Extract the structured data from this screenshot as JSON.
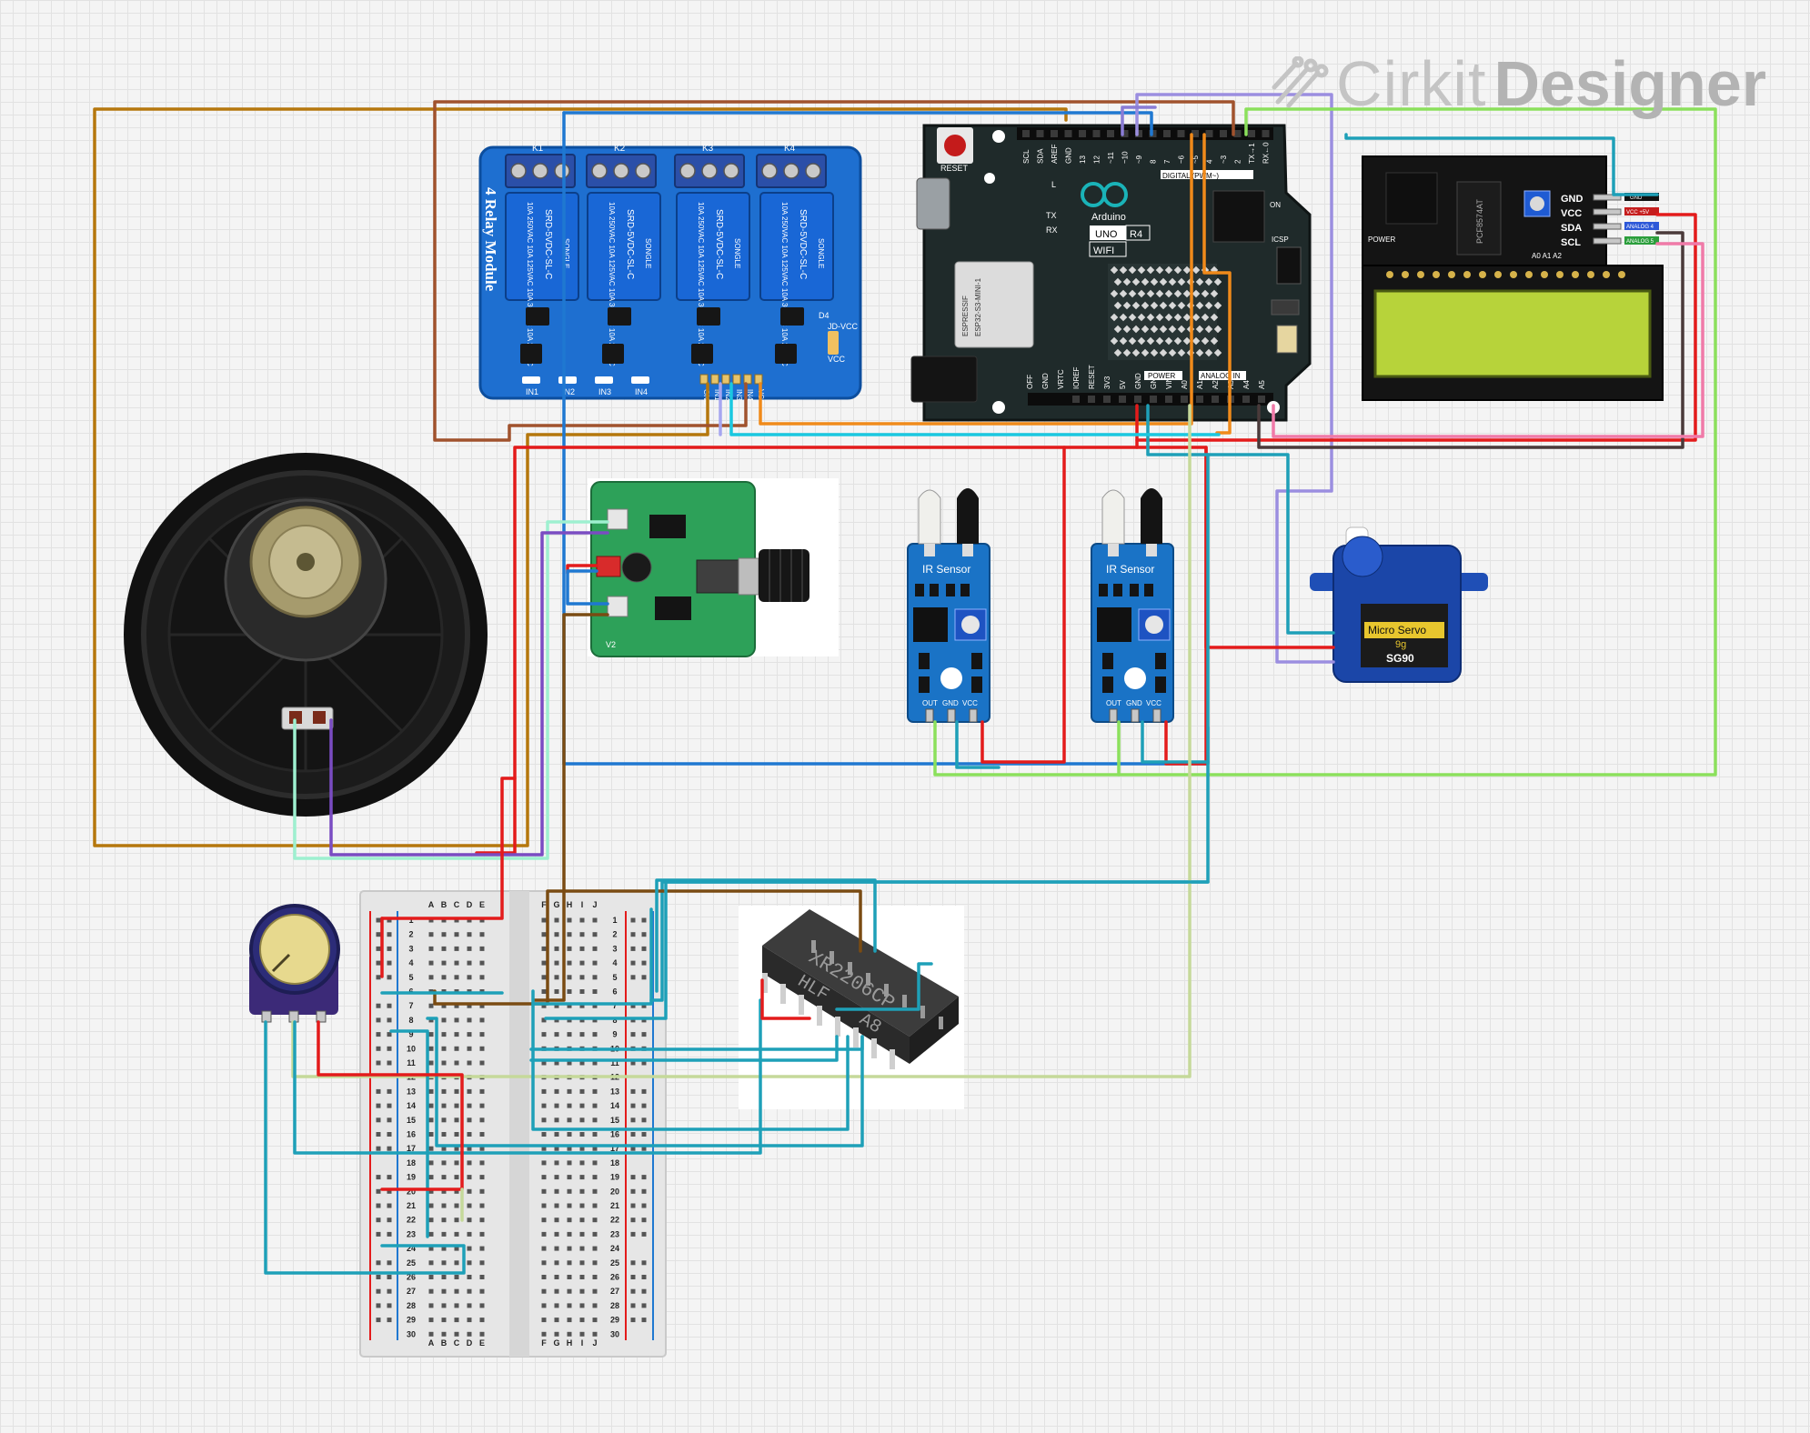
{
  "brand": {
    "part1": "Cirkit",
    "part2": "Designer",
    "logo_icon": "cirkit-logo-icon"
  },
  "relay": {
    "title": "4 Relay Module",
    "relay_label": "SRD-5VDC-SL-C",
    "relay_specs": "10A 250VAC 10A 125VAC 10A 30VDC 10A 28VDC",
    "relay_brand": "SONGLE",
    "channels": [
      "K1",
      "K2",
      "K3",
      "K4"
    ],
    "inputs": [
      "IN1",
      "IN2",
      "IN3",
      "IN4"
    ],
    "pins": [
      "GND",
      "IN1",
      "IN2",
      "IN3",
      "IN4",
      "VCC"
    ],
    "jumper": "JD-VCC",
    "misc": [
      "D4",
      "VCC"
    ]
  },
  "arduino": {
    "name": "Arduino",
    "model": "UNO",
    "rev": "R4",
    "wifi": "WIFI",
    "module": "ESP32-S3-MINI-1",
    "vendor": "ESPRESSIF",
    "reset": "RESET",
    "digital_header": "DIGITAL (PWM~)",
    "top_pins": [
      "SCL",
      "SDA",
      "AREF",
      "GND",
      "13",
      "12",
      "~11",
      "~10",
      "~9",
      "8",
      "7",
      "~6",
      "~5",
      "4",
      "~3",
      "2",
      "TX→1",
      "RX←0"
    ],
    "power_header": "POWER",
    "analog_header": "ANALOG IN",
    "bottom_pins": [
      "OFF",
      "GND",
      "VRTC",
      "IOREF",
      "RESET",
      "3V3",
      "5V",
      "GND",
      "GND",
      "VIN",
      "A0",
      "A1",
      "A2",
      "A3",
      "A4",
      "A5"
    ],
    "tx": "TX",
    "rx": "RX",
    "on": "ON",
    "icsp": "ICSP",
    "l": "L"
  },
  "lcd": {
    "backpack_chip": "PCF8574AT",
    "power": "POWER",
    "pins": [
      "GND",
      "VCC",
      "SDA",
      "SCL"
    ],
    "pin_tags": [
      "GND",
      "VCC +5V",
      "ANALOG 4",
      "ANALOG 5"
    ],
    "address": "A0 A1 A2"
  },
  "ir_sensors": [
    {
      "label": "IR Sensor",
      "pins": [
        "OUT",
        "GND",
        "VCC"
      ]
    },
    {
      "label": "IR Sensor",
      "pins": [
        "OUT",
        "GND",
        "VCC"
      ]
    }
  ],
  "servo": {
    "line1": "Micro Servo",
    "line2": "9g",
    "line3": "SG90"
  },
  "chip": {
    "label": "XR2206CP",
    "sub": "HLF",
    "code": "A8"
  },
  "amp": {
    "label": "V2"
  },
  "breadboard": {
    "cols_left": [
      "A",
      "B",
      "C",
      "D",
      "E"
    ],
    "cols_right": [
      "F",
      "G",
      "H",
      "I",
      "J"
    ],
    "rows": [
      "1",
      "2",
      "3",
      "4",
      "5",
      "6",
      "7",
      "8",
      "9",
      "10",
      "11",
      "12",
      "13",
      "14",
      "15",
      "16",
      "17",
      "18",
      "19",
      "20",
      "21",
      "22",
      "23",
      "24",
      "25",
      "26",
      "27",
      "28",
      "29",
      "30"
    ]
  },
  "colors": {
    "relay_board": "#1e6fd0",
    "arduino_board": "#1f2a2a",
    "ir_board": "#1a73c6",
    "lcd_screen": "#b7d33a",
    "wire_red": "#e31b1b",
    "wire_blue": "#1f78d1",
    "wire_teal": "#1ea0b8",
    "wire_brown": "#b5770d"
  }
}
